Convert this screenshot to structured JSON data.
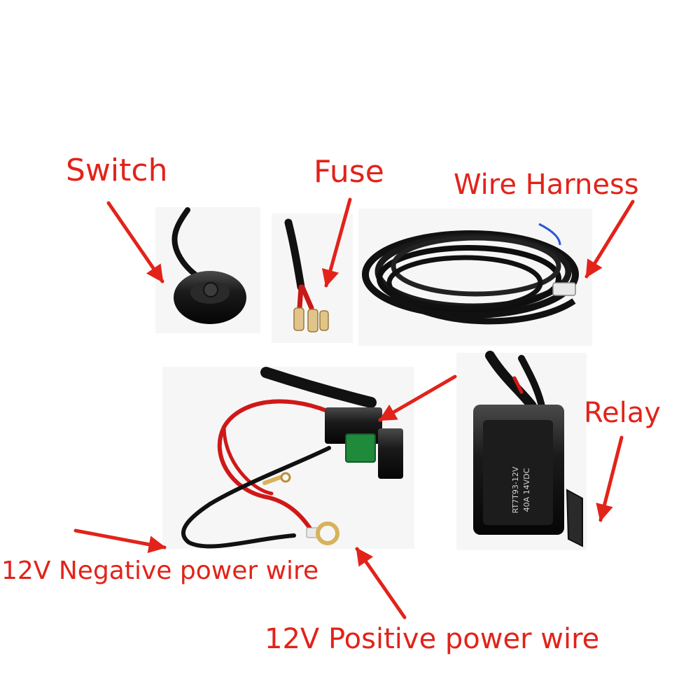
{
  "labels": {
    "switch": "Switch",
    "fuse": "Fuse",
    "wire_harness": "Wire Harness",
    "relay": "Relay",
    "negative_wire": "12V Negative power wire",
    "positive_wire": "12V Positive power wire"
  },
  "colors": {
    "label_red": "#e2231a",
    "wire_black": "#111111",
    "wire_red": "#d01818",
    "fuse_green": "#1f8a3a",
    "terminal_gold": "#d8b25a"
  },
  "relay_print": {
    "model": "RT7T93-12V",
    "rating": "40A 14VDC"
  }
}
